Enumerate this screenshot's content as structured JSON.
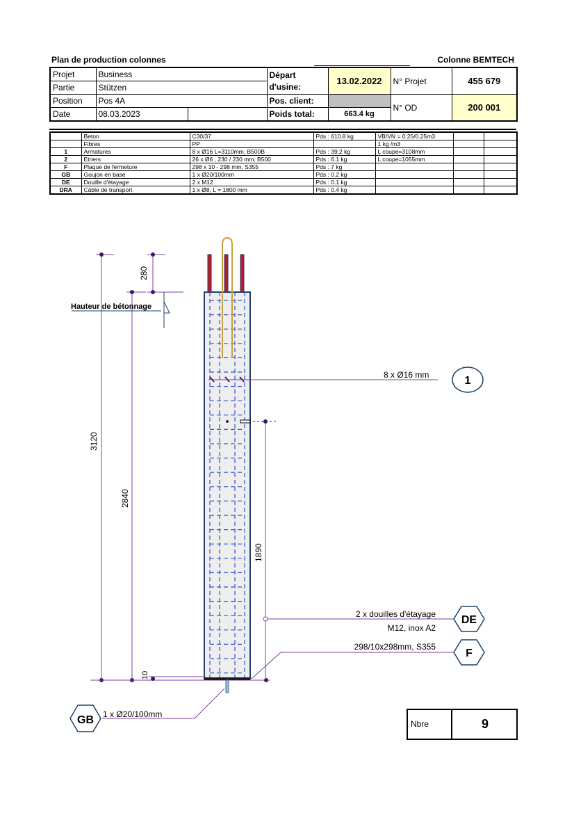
{
  "header": {
    "title": "Plan de production colonnes",
    "company": "Colonne BEMTECH"
  },
  "info": {
    "projet_label": "Projet",
    "projet_value": "Business",
    "partie_label": "Partie",
    "partie_value": "Stützen",
    "position_label": "Position",
    "position_value": "Pos 4A",
    "date_label": "Date",
    "date_value": "08.03.2023",
    "depart_label": "Départ d'usine:",
    "depart_value": "13.02.2022",
    "pos_client_label": "Pos. client:",
    "pos_client_value": "",
    "poids_label": "Poids total:",
    "poids_value": "663.4 kg",
    "nprojet_label": "N° Projet",
    "nprojet_value": "455 679",
    "nod_label": "N° OD",
    "nod_value": "200 001"
  },
  "materials": [
    {
      "code": "",
      "name": "Beton",
      "desc": "C30/37",
      "weight": "Pds : 610.8 kg",
      "extra": "VB/VN = 0.25/0.25m3"
    },
    {
      "code": "",
      "name": "Fibres",
      "desc": "PP",
      "weight": "",
      "extra": "1 kg /m3"
    },
    {
      "code": "1",
      "name": "Armatures",
      "desc": "8 x  Ø16 L=3110mm, B500B",
      "weight": "Pds : 39.2 kg",
      "extra": "L coupe=3108mm"
    },
    {
      "code": "2",
      "name": "Etriers",
      "desc": "26 x  Ø6 , 230 / 230 mm, B500",
      "weight": "Pds : 6.1 kg",
      "extra": "L coupe=1055mm"
    },
    {
      "code": "F",
      "name": "Plaque de fermeture",
      "desc": "298 x 10 - 298 mm, S355",
      "weight": "Pds : 7 kg",
      "extra": ""
    },
    {
      "code": "GB",
      "name": "Goujon en base",
      "desc": "1 x Ø20/100mm",
      "weight": "Pds : 0.2 kg",
      "extra": ""
    },
    {
      "code": "DE",
      "name": "Douille d'étayage",
      "desc": "2 x M12",
      "weight": "Pds : 0.1 kg",
      "extra": ""
    },
    {
      "code": "DRA",
      "name": "Câble de transport",
      "desc": "1 x Ø8, L = 1800 mm",
      "weight": "Pds : 0.4 kg",
      "extra": ""
    }
  ],
  "drawing": {
    "dim_top": "280",
    "dim_total": "3120",
    "dim_concrete": "2840",
    "dim_bottom": "10",
    "dim_sleeve": "1890",
    "hauteur_label": "Hauteur de bétonnage",
    "rebar_callout": "8 x Ø16 mm",
    "rebar_tag": "1",
    "sleeve_callout_1": "2 x douilles d'étayage",
    "sleeve_callout_2": "M12, inox A2",
    "sleeve_tag": "DE",
    "plate_callout": "298/10x298mm, S355",
    "plate_tag": "F",
    "dowel_callout": "1 x Ø20/100mm",
    "dowel_tag": "GB"
  },
  "count": {
    "label": "Nbre",
    "value": "9"
  },
  "colors": {
    "dim_line": "#7b3fa0",
    "dot": "#3b1670",
    "rebar_red": "#c0182a",
    "stirrup_blue": "#3355cc",
    "cable": "#c8a040",
    "column_fill": "#eeeeee",
    "highlight": "#ffffcc"
  }
}
